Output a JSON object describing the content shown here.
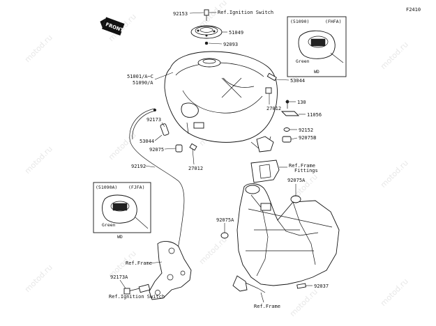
{
  "figure_code": "F2410",
  "front_badge": "FRONT",
  "watermark": "motod.ru",
  "callouts": {
    "p92153": "92153",
    "ref_ign_top": "Ref.Ignition Switch",
    "p51049": "51049",
    "p92093": "92093",
    "p51001": "51001/A~C",
    "p51090a": "51090/A",
    "p53044_right": "53044",
    "p27012_right": "27012",
    "p130": "130",
    "p11056": "11056",
    "p92152": "92152",
    "p92075b": "92075B",
    "p92173": "92173",
    "p53044_left": "53044",
    "p92075": "92075",
    "p27012_bottom": "27012",
    "p92192": "92192",
    "ref_frame_fittings_1": "Ref.Frame",
    "ref_frame_fittings_2": "Fittings",
    "p92075a_right": "92075A",
    "p92075a_left": "92075A",
    "ref_frame_left": "Ref.Frame",
    "p92173a": "92173A",
    "ref_ign_bottom": "Ref.Ignition Switch",
    "p92037": "92037",
    "ref_frame_bottom": "Ref.Frame"
  },
  "inset_top": {
    "code": "(51090)",
    "variant": "(FHFA)",
    "color": "Green",
    "mark": "WD"
  },
  "inset_left": {
    "code": "(51090A)",
    "variant": "(FJFA)",
    "color": "Green",
    "mark": "WD"
  }
}
